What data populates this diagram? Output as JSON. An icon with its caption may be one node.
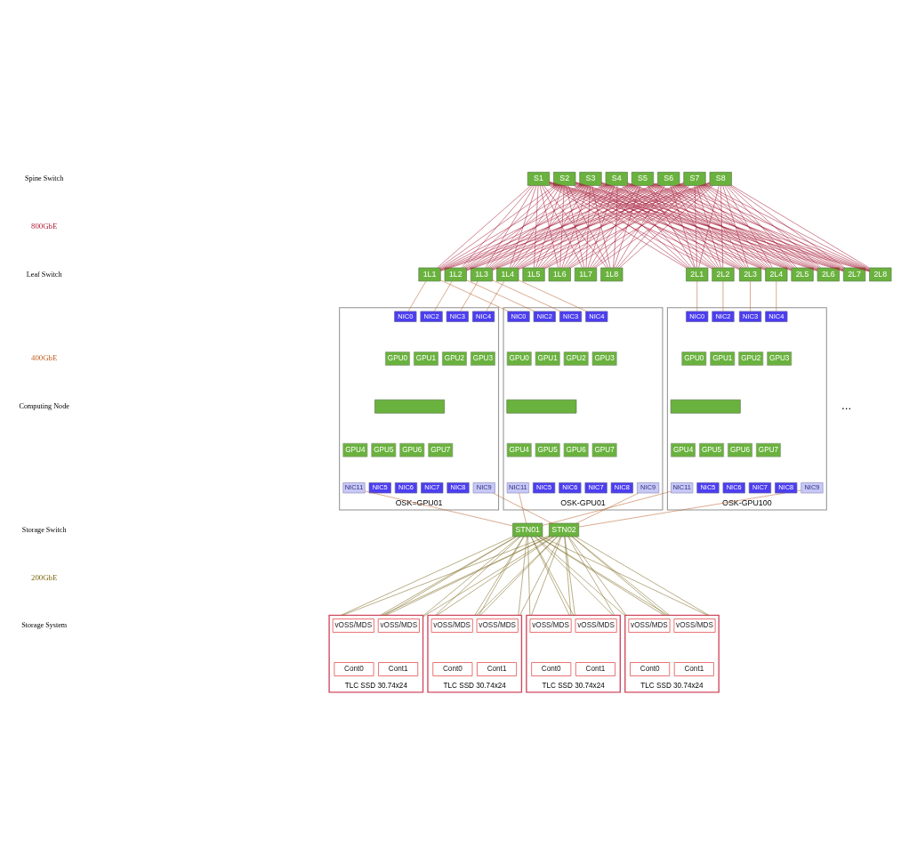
{
  "diagram": {
    "nodes": [
      {
        "text": [
          "S1"
        ]
      },
      {
        "text": [
          "S2"
        ]
      },
      {
        "text": [
          "S3"
        ]
      },
      {
        "text": [
          "S4"
        ]
      },
      {
        "text": [
          "S5"
        ]
      },
      {
        "text": [
          "S6"
        ]
      },
      {
        "text": [
          "S7"
        ]
      },
      {
        "text": [
          "S8"
        ]
      },
      {
        "text": [
          "1L1"
        ]
      },
      {
        "text": [
          "1L2"
        ]
      },
      {
        "text": [
          "1L3"
        ]
      },
      {
        "text": [
          "1L4"
        ]
      },
      {
        "text": [
          "1L5"
        ]
      },
      {
        "text": [
          "1L6"
        ]
      },
      {
        "text": [
          "1L7"
        ]
      },
      {
        "text": [
          "1L8"
        ]
      },
      {
        "text": [
          "2L1"
        ]
      },
      {
        "text": [
          "2L2"
        ]
      },
      {
        "text": [
          "2L3"
        ]
      },
      {
        "text": [
          "2L4"
        ]
      },
      {
        "text": [
          "2L5"
        ]
      },
      {
        "text": [
          "2L6"
        ]
      },
      {
        "text": [
          "2L7"
        ]
      },
      {
        "text": [
          "2L8"
        ]
      },
      {
        "text": [
          "OSK-GPU01"
        ]
      },
      {
        "text": [
          "NIC0"
        ],
        "in": 24
      },
      {
        "text": [
          "NIC2"
        ],
        "in": 24
      },
      {
        "text": [
          "NIC3"
        ],
        "in": 24
      },
      {
        "text": [
          "NIC4"
        ],
        "in": 24
      },
      {
        "text": [
          "GPU0"
        ],
        "in": 24
      },
      {
        "text": [
          "GPU1"
        ],
        "in": 24
      },
      {
        "text": [
          "GPU2"
        ],
        "in": 24
      },
      {
        "text": [
          "GPU3"
        ],
        "in": 24
      },
      {
        "text": [
          "NIC11"
        ],
        "in": 24
      },
      {
        "text": [],
        "shape": "bar",
        "in": 24
      },
      {
        "text": [
          "NIC9"
        ],
        "in": 24
      },
      {
        "text": [
          "GPU4"
        ],
        "in": 24
      },
      {
        "text": [
          "GPU5"
        ],
        "in": 24
      },
      {
        "text": [
          "GPU6"
        ],
        "in": 24
      },
      {
        "text": [
          "GPU7"
        ],
        "in": 24
      },
      {
        "text": [
          "NIC5"
        ],
        "in": 24
      },
      {
        "text": [
          "NIC6"
        ],
        "in": 24
      },
      {
        "text": [
          "NIC7"
        ],
        "in": 24
      },
      {
        "text": [
          "NIC8"
        ],
        "in": 24
      },
      {
        "text": [
          "OSK=GPU01"
        ]
      },
      {
        "text": [
          "NIC0"
        ],
        "in": 44
      },
      {
        "text": [
          "NIC2"
        ],
        "in": 44
      },
      {
        "text": [
          "NIC3"
        ],
        "in": 44
      },
      {
        "text": [
          "NIC4"
        ],
        "in": 44
      },
      {
        "text": [
          "GPU0"
        ],
        "in": 44
      },
      {
        "text": [
          "GPU1"
        ],
        "in": 44
      },
      {
        "text": [
          "GPU2"
        ],
        "in": 44
      },
      {
        "text": [
          "GPU3"
        ],
        "in": 44
      },
      {
        "text": [
          "NIC11"
        ],
        "in": 44
      },
      {
        "text": [],
        "shape": "bar",
        "in": 44
      },
      {
        "text": [
          "NIC9"
        ],
        "in": 44
      },
      {
        "text": [
          "GPU4"
        ],
        "in": 44
      },
      {
        "text": [
          "GPU5"
        ],
        "in": 44
      },
      {
        "text": [
          "GPU6"
        ],
        "in": 44
      },
      {
        "text": [
          "GPU7"
        ],
        "in": 44
      },
      {
        "text": [
          "NIC5"
        ],
        "in": 44
      },
      {
        "text": [
          "NIC6"
        ],
        "in": 44
      },
      {
        "text": [
          "NIC7"
        ],
        "in": 44
      },
      {
        "text": [
          "NIC8"
        ],
        "in": 44
      },
      {
        "text": [
          "OSK-GPU100"
        ]
      },
      {
        "text": [
          "NIC0"
        ],
        "in": 64
      },
      {
        "text": [
          "NIC2"
        ],
        "in": 64
      },
      {
        "text": [
          "NIC3"
        ],
        "in": 64
      },
      {
        "text": [
          "NIC4"
        ],
        "in": 64
      },
      {
        "text": [
          "GPU0"
        ],
        "in": 64
      },
      {
        "text": [
          "GPU1"
        ],
        "in": 64
      },
      {
        "text": [
          "GPU2"
        ],
        "in": 64
      },
      {
        "text": [
          "GPU3"
        ],
        "in": 64
      },
      {
        "text": [
          "NIC11"
        ],
        "in": 64
      },
      {
        "text": [],
        "shape": "bar",
        "in": 64
      },
      {
        "text": [
          "NIC9"
        ],
        "in": 64
      },
      {
        "text": [
          "GPU4"
        ],
        "in": 64
      },
      {
        "text": [
          "GPU5"
        ],
        "in": 64
      },
      {
        "text": [
          "GPU6"
        ],
        "in": 64
      },
      {
        "text": [
          "GPU7"
        ],
        "in": 64
      },
      {
        "text": [
          "NIC5"
        ],
        "in": 64
      },
      {
        "text": [
          "NIC6"
        ],
        "in": 64
      },
      {
        "text": [
          "NIC7"
        ],
        "in": 64
      },
      {
        "text": [
          "NIC8"
        ],
        "in": 64
      },
      {
        "text": [
          "STN01"
        ]
      },
      {
        "text": [
          "STN02"
        ]
      },
      {
        "text": [
          "TLC SSD 30.74x24"
        ]
      },
      {
        "text": [
          "vOSS/MDS"
        ],
        "in": 86
      },
      {
        "text": [
          "vOSS/MDS"
        ],
        "in": 86
      },
      {
        "text": [
          "Cont0"
        ],
        "in": 86
      },
      {
        "text": [
          "Cont1"
        ],
        "in": 86
      },
      {
        "text": [
          "TLC SSD 30.74x24"
        ]
      },
      {
        "text": [
          "vOSS/MDS"
        ],
        "in": 91
      },
      {
        "text": [
          "vOSS/MDS"
        ],
        "in": 91
      },
      {
        "text": [
          "Cont0"
        ],
        "in": 91
      },
      {
        "text": [
          "Cont1"
        ],
        "in": 91
      },
      {
        "text": [
          "TLC SSD 30.74x24"
        ]
      },
      {
        "text": [
          "vOSS/MDS"
        ],
        "in": 96
      },
      {
        "text": [
          "vOSS/MDS"
        ],
        "in": 96
      },
      {
        "text": [
          "Cont0"
        ],
        "in": 96
      },
      {
        "text": [
          "Cont1"
        ],
        "in": 96
      },
      {
        "text": [
          "TLC SSD 30.74x24"
        ]
      },
      {
        "text": [
          "vOSS/MDS"
        ],
        "in": 101
      },
      {
        "text": [
          "vOSS/MDS"
        ],
        "in": 101
      },
      {
        "text": [
          "Cont0"
        ],
        "in": 101
      },
      {
        "text": [
          "Cont1"
        ],
        "in": 101
      }
    ],
    "edges": [
      {
        "from": 0,
        "to": 8,
        "arrow": "none"
      },
      {
        "from": 0,
        "to": 9,
        "arrow": "none"
      },
      {
        "from": 0,
        "to": 10,
        "arrow": "none"
      },
      {
        "from": 0,
        "to": 11,
        "arrow": "none"
      },
      {
        "from": 0,
        "to": 12,
        "arrow": "none"
      },
      {
        "from": 0,
        "to": 13,
        "arrow": "none"
      },
      {
        "from": 0,
        "to": 14,
        "arrow": "none"
      },
      {
        "from": 0,
        "to": 15,
        "arrow": "none"
      },
      {
        "from": 0,
        "to": 16,
        "arrow": "none"
      },
      {
        "from": 0,
        "to": 17,
        "arrow": "none"
      },
      {
        "from": 0,
        "to": 18,
        "arrow": "none"
      },
      {
        "from": 0,
        "to": 19,
        "arrow": "none"
      },
      {
        "from": 0,
        "to": 20,
        "arrow": "none"
      },
      {
        "from": 0,
        "to": 21,
        "arrow": "none"
      },
      {
        "from": 0,
        "to": 22,
        "arrow": "none"
      },
      {
        "from": 0,
        "to": 23,
        "arrow": "none"
      },
      {
        "from": 1,
        "to": 8,
        "arrow": "none"
      },
      {
        "from": 1,
        "to": 9,
        "arrow": "none"
      },
      {
        "from": 1,
        "to": 10,
        "arrow": "none"
      },
      {
        "from": 1,
        "to": 11,
        "arrow": "none"
      },
      {
        "from": 1,
        "to": 12,
        "arrow": "none"
      },
      {
        "from": 1,
        "to": 13,
        "arrow": "none"
      },
      {
        "from": 1,
        "to": 14,
        "arrow": "none"
      },
      {
        "from": 1,
        "to": 15,
        "arrow": "none"
      },
      {
        "from": 1,
        "to": 16,
        "arrow": "none"
      },
      {
        "from": 1,
        "to": 17,
        "arrow": "none"
      },
      {
        "from": 1,
        "to": 18,
        "arrow": "none"
      },
      {
        "from": 1,
        "to": 19,
        "arrow": "none"
      },
      {
        "from": 1,
        "to": 20,
        "arrow": "none"
      },
      {
        "from": 1,
        "to": 21,
        "arrow": "none"
      },
      {
        "from": 1,
        "to": 22,
        "arrow": "none"
      },
      {
        "from": 1,
        "to": 23,
        "arrow": "none"
      },
      {
        "from": 2,
        "to": 8,
        "arrow": "none"
      },
      {
        "from": 2,
        "to": 9,
        "arrow": "none"
      },
      {
        "from": 2,
        "to": 10,
        "arrow": "none"
      },
      {
        "from": 2,
        "to": 11,
        "arrow": "none"
      },
      {
        "from": 2,
        "to": 12,
        "arrow": "none"
      },
      {
        "from": 2,
        "to": 13,
        "arrow": "none"
      },
      {
        "from": 2,
        "to": 14,
        "arrow": "none"
      },
      {
        "from": 2,
        "to": 15,
        "arrow": "none"
      },
      {
        "from": 2,
        "to": 16,
        "arrow": "none"
      },
      {
        "from": 2,
        "to": 17,
        "arrow": "none"
      },
      {
        "from": 2,
        "to": 18,
        "arrow": "none"
      },
      {
        "from": 2,
        "to": 19,
        "arrow": "none"
      },
      {
        "from": 2,
        "to": 20,
        "arrow": "none"
      },
      {
        "from": 2,
        "to": 21,
        "arrow": "none"
      },
      {
        "from": 2,
        "to": 22,
        "arrow": "none"
      },
      {
        "from": 2,
        "to": 23,
        "arrow": "none"
      },
      {
        "from": 3,
        "to": 8,
        "arrow": "none"
      },
      {
        "from": 3,
        "to": 9,
        "arrow": "none"
      },
      {
        "from": 3,
        "to": 10,
        "arrow": "none"
      },
      {
        "from": 3,
        "to": 11,
        "arrow": "none"
      },
      {
        "from": 3,
        "to": 12,
        "arrow": "none"
      },
      {
        "from": 3,
        "to": 13,
        "arrow": "none"
      },
      {
        "from": 3,
        "to": 14,
        "arrow": "none"
      },
      {
        "from": 3,
        "to": 15,
        "arrow": "none"
      },
      {
        "from": 3,
        "to": 16,
        "arrow": "none"
      },
      {
        "from": 3,
        "to": 17,
        "arrow": "none"
      },
      {
        "from": 3,
        "to": 18,
        "arrow": "none"
      },
      {
        "from": 3,
        "to": 19,
        "arrow": "none"
      },
      {
        "from": 3,
        "to": 20,
        "arrow": "none"
      },
      {
        "from": 3,
        "to": 21,
        "arrow": "none"
      },
      {
        "from": 3,
        "to": 22,
        "arrow": "none"
      },
      {
        "from": 3,
        "to": 23,
        "arrow": "none"
      },
      {
        "from": 4,
        "to": 8,
        "arrow": "none"
      },
      {
        "from": 4,
        "to": 9,
        "arrow": "none"
      },
      {
        "from": 4,
        "to": 10,
        "arrow": "none"
      },
      {
        "from": 4,
        "to": 11,
        "arrow": "none"
      },
      {
        "from": 4,
        "to": 12,
        "arrow": "none"
      },
      {
        "from": 4,
        "to": 13,
        "arrow": "none"
      },
      {
        "from": 4,
        "to": 14,
        "arrow": "none"
      },
      {
        "from": 4,
        "to": 15,
        "arrow": "none"
      },
      {
        "from": 4,
        "to": 16,
        "arrow": "none"
      },
      {
        "from": 4,
        "to": 17,
        "arrow": "none"
      },
      {
        "from": 4,
        "to": 18,
        "arrow": "none"
      },
      {
        "from": 4,
        "to": 19,
        "arrow": "none"
      },
      {
        "from": 4,
        "to": 20,
        "arrow": "none"
      },
      {
        "from": 4,
        "to": 21,
        "arrow": "none"
      },
      {
        "from": 4,
        "to": 22,
        "arrow": "none"
      },
      {
        "from": 4,
        "to": 23,
        "arrow": "none"
      },
      {
        "from": 5,
        "to": 8,
        "arrow": "none"
      },
      {
        "from": 5,
        "to": 9,
        "arrow": "none"
      },
      {
        "from": 5,
        "to": 10,
        "arrow": "none"
      },
      {
        "from": 5,
        "to": 11,
        "arrow": "none"
      },
      {
        "from": 5,
        "to": 12,
        "arrow": "none"
      },
      {
        "from": 5,
        "to": 13,
        "arrow": "none"
      },
      {
        "from": 5,
        "to": 14,
        "arrow": "none"
      },
      {
        "from": 5,
        "to": 15,
        "arrow": "none"
      },
      {
        "from": 5,
        "to": 16,
        "arrow": "none"
      },
      {
        "from": 5,
        "to": 17,
        "arrow": "none"
      },
      {
        "from": 5,
        "to": 18,
        "arrow": "none"
      },
      {
        "from": 5,
        "to": 19,
        "arrow": "none"
      },
      {
        "from": 5,
        "to": 20,
        "arrow": "none"
      },
      {
        "from": 5,
        "to": 21,
        "arrow": "none"
      },
      {
        "from": 5,
        "to": 22,
        "arrow": "none"
      },
      {
        "from": 5,
        "to": 23,
        "arrow": "none"
      },
      {
        "from": 6,
        "to": 8,
        "arrow": "none"
      },
      {
        "from": 6,
        "to": 9,
        "arrow": "none"
      },
      {
        "from": 6,
        "to": 10,
        "arrow": "none"
      },
      {
        "from": 6,
        "to": 11,
        "arrow": "none"
      },
      {
        "from": 6,
        "to": 12,
        "arrow": "none"
      },
      {
        "from": 6,
        "to": 13,
        "arrow": "none"
      },
      {
        "from": 6,
        "to": 14,
        "arrow": "none"
      },
      {
        "from": 6,
        "to": 15,
        "arrow": "none"
      },
      {
        "from": 6,
        "to": 16,
        "arrow": "none"
      },
      {
        "from": 6,
        "to": 17,
        "arrow": "none"
      },
      {
        "from": 6,
        "to": 18,
        "arrow": "none"
      },
      {
        "from": 6,
        "to": 19,
        "arrow": "none"
      },
      {
        "from": 6,
        "to": 20,
        "arrow": "none"
      },
      {
        "from": 6,
        "to": 21,
        "arrow": "none"
      },
      {
        "from": 6,
        "to": 22,
        "arrow": "none"
      },
      {
        "from": 6,
        "to": 23,
        "arrow": "none"
      },
      {
        "from": 7,
        "to": 8,
        "arrow": "none"
      },
      {
        "from": 7,
        "to": 9,
        "arrow": "none"
      },
      {
        "from": 7,
        "to": 10,
        "arrow": "none"
      },
      {
        "from": 7,
        "to": 11,
        "arrow": "none"
      },
      {
        "from": 7,
        "to": 12,
        "arrow": "none"
      },
      {
        "from": 7,
        "to": 13,
        "arrow": "none"
      },
      {
        "from": 7,
        "to": 14,
        "arrow": "none"
      },
      {
        "from": 7,
        "to": 15,
        "arrow": "none"
      },
      {
        "from": 7,
        "to": 16,
        "arrow": "none"
      },
      {
        "from": 7,
        "to": 17,
        "arrow": "none"
      },
      {
        "from": 7,
        "to": 18,
        "arrow": "none"
      },
      {
        "from": 7,
        "to": 19,
        "arrow": "none"
      },
      {
        "from": 7,
        "to": 20,
        "arrow": "none"
      },
      {
        "from": 7,
        "to": 21,
        "arrow": "none"
      },
      {
        "from": 7,
        "to": 22,
        "arrow": "none"
      },
      {
        "from": 7,
        "to": 23,
        "arrow": "none"
      },
      {
        "from": 8,
        "to": 25,
        "arrow": "none",
        "color": "#b8642e"
      },
      {
        "from": 9,
        "to": 26,
        "arrow": "none",
        "color": "#b8642e"
      },
      {
        "from": 10,
        "to": 27,
        "arrow": "none",
        "color": "#b8642e"
      },
      {
        "from": 11,
        "to": 28,
        "arrow": "none",
        "color": "#b8642e"
      },
      {
        "from": 8,
        "to": 45,
        "arrow": "none",
        "color": "#b8642e"
      },
      {
        "from": 9,
        "to": 46,
        "arrow": "none",
        "color": "#b8642e"
      },
      {
        "from": 10,
        "to": 47,
        "arrow": "none",
        "color": "#b8642e"
      },
      {
        "from": 11,
        "to": 48,
        "arrow": "none",
        "color": "#b8642e"
      },
      {
        "from": 16,
        "to": 65,
        "arrow": "none",
        "color": "#b8642e"
      },
      {
        "from": 17,
        "to": 66,
        "arrow": "none",
        "color": "#b8642e"
      },
      {
        "from": 18,
        "to": 67,
        "arrow": "none",
        "color": "#b8642e"
      },
      {
        "from": 19,
        "to": 68,
        "arrow": "none",
        "color": "#b8642e"
      },
      {
        "from": 33,
        "to": 84,
        "arrow": "none",
        "color": "#b8642e"
      },
      {
        "from": 35,
        "to": 85,
        "arrow": "none",
        "color": "#b8642e"
      },
      {
        "from": 53,
        "to": 84,
        "arrow": "none",
        "color": "#b8642e"
      },
      {
        "from": 55,
        "to": 85,
        "arrow": "none",
        "color": "#b8642e"
      },
      {
        "from": 73,
        "to": 84,
        "arrow": "none",
        "color": "#b8642e"
      },
      {
        "from": 75,
        "to": 85,
        "arrow": "none",
        "color": "#b8642e"
      },
      {
        "from": 84,
        "to": 86,
        "arrow": "none",
        "color": "#7b6a1f"
      },
      {
        "from": 84,
        "to": 86,
        "arrow": "none",
        "color": "#7b6a1f"
      },
      {
        "from": 84,
        "to": 86,
        "arrow": "none",
        "color": "#7b6a1f"
      },
      {
        "from": 84,
        "to": 86,
        "arrow": "none",
        "color": "#7b6a1f"
      },
      {
        "from": 84,
        "to": 91,
        "arrow": "none",
        "color": "#7b6a1f"
      },
      {
        "from": 84,
        "to": 91,
        "arrow": "none",
        "color": "#7b6a1f"
      },
      {
        "from": 84,
        "to": 91,
        "arrow": "none",
        "color": "#7b6a1f"
      },
      {
        "from": 84,
        "to": 91,
        "arrow": "none",
        "color": "#7b6a1f"
      },
      {
        "from": 84,
        "to": 96,
        "arrow": "none",
        "color": "#7b6a1f"
      },
      {
        "from": 84,
        "to": 96,
        "arrow": "none",
        "color": "#7b6a1f"
      },
      {
        "from": 84,
        "to": 96,
        "arrow": "none",
        "color": "#7b6a1f"
      },
      {
        "from": 84,
        "to": 96,
        "arrow": "none",
        "color": "#7b6a1f"
      },
      {
        "from": 84,
        "to": 101,
        "arrow": "none",
        "color": "#7b6a1f"
      },
      {
        "from": 84,
        "to": 101,
        "arrow": "none",
        "color": "#7b6a1f"
      },
      {
        "from": 84,
        "to": 101,
        "arrow": "none",
        "color": "#7b6a1f"
      },
      {
        "from": 84,
        "to": 101,
        "arrow": "none",
        "color": "#7b6a1f"
      },
      {
        "from": 85,
        "to": 86,
        "arrow": "none",
        "color": "#7b6a1f"
      },
      {
        "from": 85,
        "to": 86,
        "arrow": "none",
        "color": "#7b6a1f"
      },
      {
        "from": 85,
        "to": 86,
        "arrow": "none",
        "color": "#7b6a1f"
      },
      {
        "from": 85,
        "to": 86,
        "arrow": "none",
        "color": "#7b6a1f"
      },
      {
        "from": 85,
        "to": 91,
        "arrow": "none",
        "color": "#7b6a1f"
      },
      {
        "from": 85,
        "to": 91,
        "arrow": "none",
        "color": "#7b6a1f"
      },
      {
        "from": 85,
        "to": 91,
        "arrow": "none",
        "color": "#7b6a1f"
      },
      {
        "from": 85,
        "to": 91,
        "arrow": "none",
        "color": "#7b6a1f"
      },
      {
        "from": 85,
        "to": 96,
        "arrow": "none",
        "color": "#7b6a1f"
      },
      {
        "from": 85,
        "to": 96,
        "arrow": "none",
        "color": "#7b6a1f"
      },
      {
        "from": 85,
        "to": 96,
        "arrow": "none",
        "color": "#7b6a1f"
      },
      {
        "from": 85,
        "to": 96,
        "arrow": "none",
        "color": "#7b6a1f"
      },
      {
        "from": 85,
        "to": 101,
        "arrow": "none",
        "color": "#7b6a1f"
      },
      {
        "from": 85,
        "to": 101,
        "arrow": "none",
        "color": "#7b6a1f"
      },
      {
        "from": 85,
        "to": 101,
        "arrow": "none",
        "color": "#7b6a1f"
      },
      {
        "from": 85,
        "to": 101,
        "arrow": "none",
        "color": "#7b6a1f"
      }
    ],
    "labels": [
      "Spine Switch",
      "800GbE",
      "Leaf Switch",
      "400GbE",
      "Computing Node",
      "...",
      "Storage Switch",
      "200GbE",
      "Storage System"
    ]
  }
}
